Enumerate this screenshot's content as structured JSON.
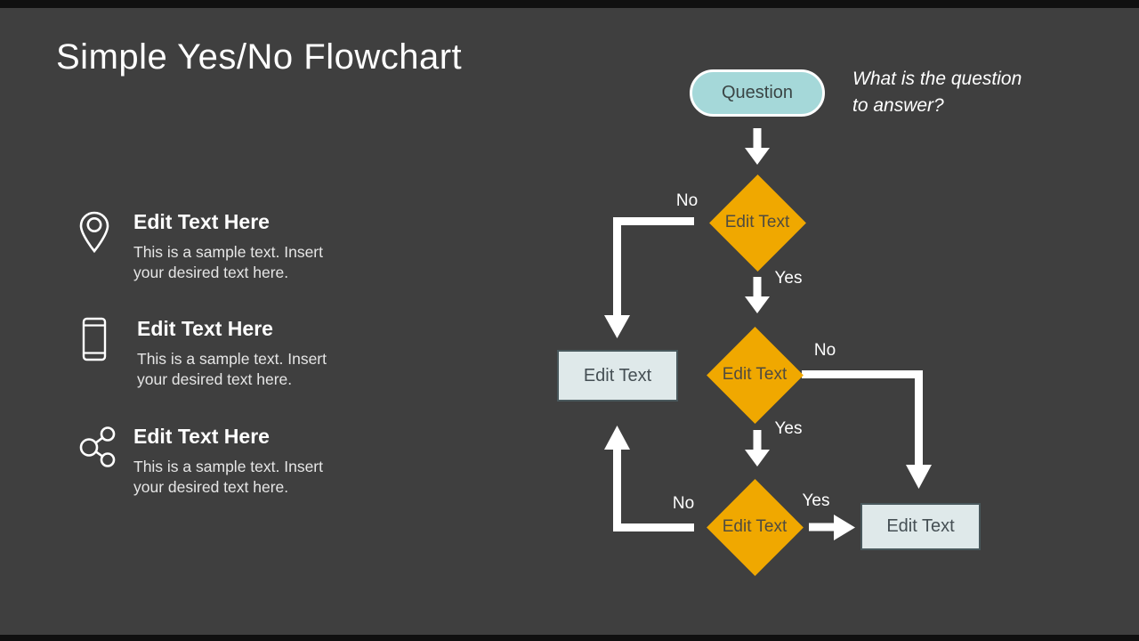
{
  "title": "Simple Yes/No Flowchart",
  "colors": {
    "background": "#3f3f3f",
    "accent_orange": "#f0a800",
    "accent_teal": "#a5d8d9",
    "result_box_fill": "#dfe9ea",
    "text_white": "#ffffff"
  },
  "sidebar": {
    "items": [
      {
        "icon": "location-pin-icon",
        "heading": "Edit Text Here",
        "body_line1": "This is a sample text. Insert",
        "body_line2": "your desired text here."
      },
      {
        "icon": "smartphone-icon",
        "heading": "Edit Text Here",
        "body_line1": "This is a sample text. Insert",
        "body_line2": "your desired text here."
      },
      {
        "icon": "share-icon",
        "heading": "Edit Text Here",
        "body_line1": "This is a sample text. Insert",
        "body_line2": "your desired text here."
      }
    ]
  },
  "flowchart": {
    "start_label": "Question",
    "note_line1": "What is the question",
    "note_line2": "to answer?",
    "decision1": "Edit Text",
    "decision2": "Edit Text",
    "decision3": "Edit Text",
    "result_left": "Edit Text",
    "result_right": "Edit Text",
    "labels": {
      "d1_no": "No",
      "d1_yes": "Yes",
      "d2_no": "No",
      "d2_yes": "Yes",
      "d3_no": "No",
      "d3_yes": "Yes"
    }
  }
}
